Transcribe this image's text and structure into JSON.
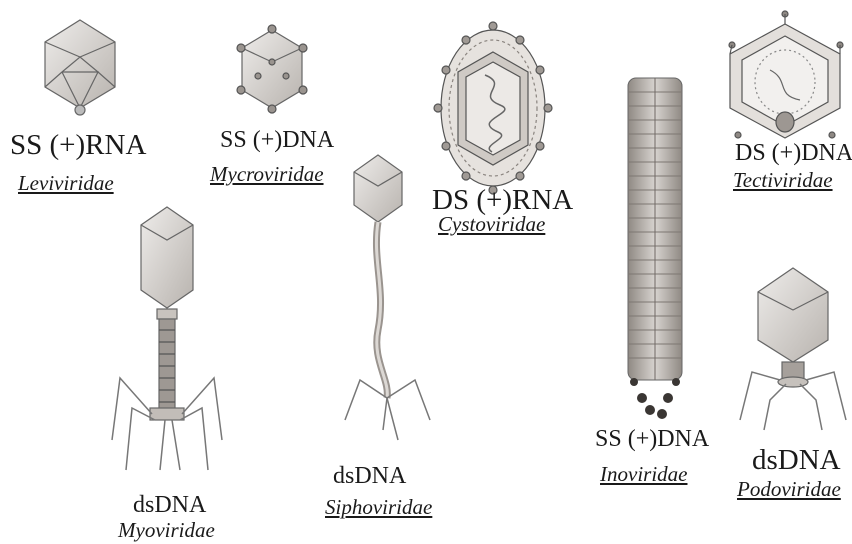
{
  "viruses": [
    {
      "genome": "SS (+)RNA",
      "family": "Leviviridae"
    },
    {
      "genome": "SS (+)DNA",
      "family": "Mycroviridae"
    },
    {
      "genome": "DS (+)RNA",
      "family": "Cystoviridae"
    },
    {
      "genome": "DS (+)DNA",
      "family": "Tectiviridae"
    },
    {
      "genome": "dsDNA",
      "family": "Myoviridae"
    },
    {
      "genome": "dsDNA",
      "family": "Siphoviridae"
    },
    {
      "genome": "SS (+)DNA",
      "family": "Inoviridae"
    },
    {
      "genome": "dsDNA",
      "family": "Podoviridae"
    }
  ],
  "colors": {
    "ink": "#1a1a1a",
    "capsid": "#d9d6d2",
    "stroke": "#555555",
    "shade": "#a8a29c"
  },
  "icons": [
    "icosahedral-capsid-icon",
    "spherical-capsid-icon",
    "phage-icon",
    "filamentous-virus-icon"
  ]
}
